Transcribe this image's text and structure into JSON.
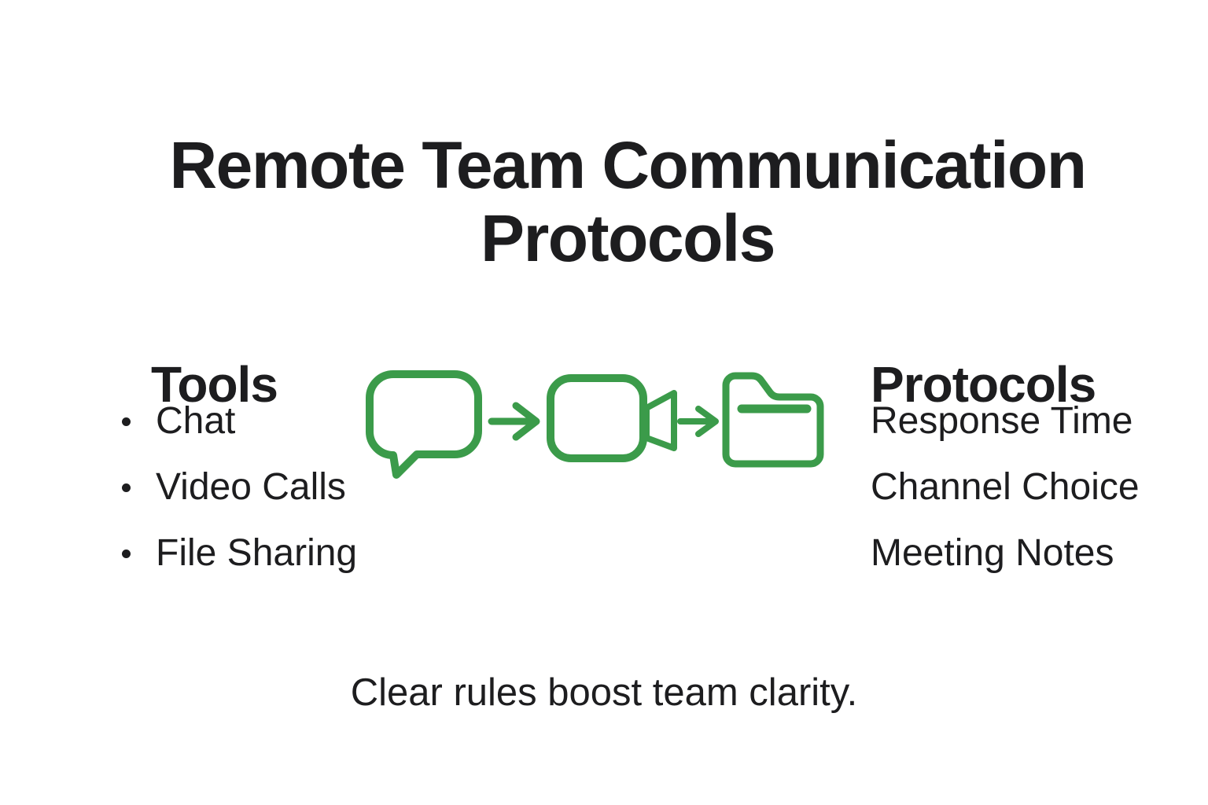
{
  "title": "Remote Team Communication Protocols",
  "columns": {
    "tools": {
      "heading": "Tools",
      "items": [
        "Chat",
        "Video Calls",
        "File Sharing"
      ]
    },
    "protocols": {
      "heading": "Protocols",
      "items": [
        "Response Time",
        "Channel Choice",
        "Meeting Notes"
      ]
    }
  },
  "flow": {
    "icons": [
      "chat-bubble-icon",
      "arrow-right-icon",
      "video-camera-icon",
      "arrow-right-icon",
      "folder-icon"
    ]
  },
  "footer": "Clear rules boost team clarity.",
  "colors": {
    "icon_green": "#3b9b4a",
    "text": "#1d1d1f",
    "background": "#ffffff"
  }
}
